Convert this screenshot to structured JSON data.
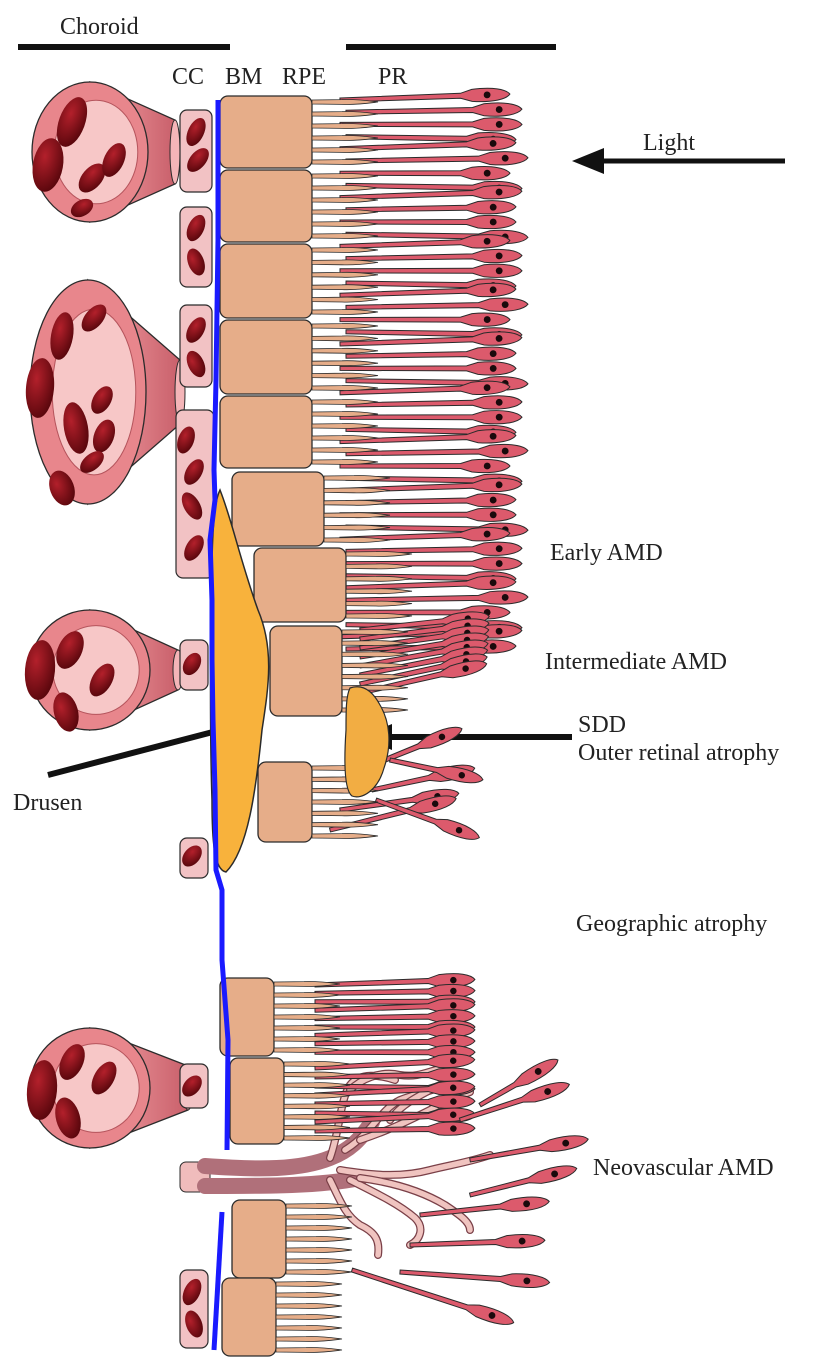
{
  "labels": {
    "choroid": "Choroid",
    "cc": "CC",
    "bm": "BM",
    "rpe": "RPE",
    "pr": "PR",
    "light": "Light",
    "early_amd": "Early AMD",
    "intermediate_amd": "Intermediate AMD",
    "sdd": "SDD",
    "outer_retinal_atrophy": "Outer retinal atrophy",
    "drusen": "Drusen",
    "geographic_atrophy": "Geographic atrophy",
    "neovascular_amd": "Neovascular AMD"
  },
  "colors": {
    "vessel_outer": "#e8868c",
    "vessel_inner": "#f7c7c7",
    "rbc": "#7a0a12",
    "cc_box": "#f2c2c4",
    "bruch_membrane": "#1a1aff",
    "rpe": "#e6ad89",
    "photoreceptor": "#dc5a6c",
    "drusen": "#f8b23c",
    "outline": "#2b2b2b"
  }
}
